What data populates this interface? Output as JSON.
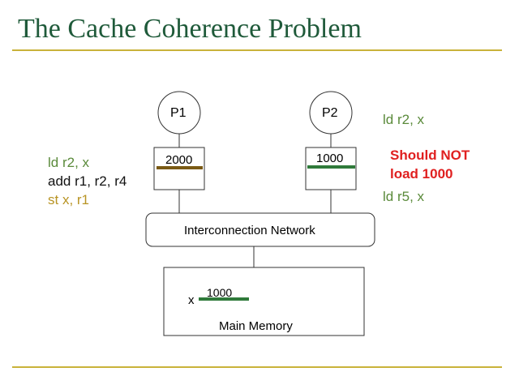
{
  "slide": {
    "title": "The Cache Coherence Problem"
  },
  "colors": {
    "title": "#1f5a3a",
    "rule": "#c9b23a",
    "green_text": "#5a8a3a",
    "gold_text": "#b89424",
    "warning_text": "#e02020",
    "stale_line": "#2f7a3a",
    "modified_line": "#7a5a14"
  },
  "processors": [
    {
      "label": "P1",
      "cache_value": "2000"
    },
    {
      "label": "P2",
      "cache_value": "1000"
    }
  ],
  "network": {
    "label": "Interconnection Network"
  },
  "memory": {
    "label": "Main Memory",
    "var_name": "x",
    "value": "1000"
  },
  "p1_code": [
    "ld r2, x",
    "add r1, r2, r4",
    "st x, r1"
  ],
  "p2_code": {
    "first": "ld r2, x",
    "second": "ld r5, x"
  },
  "warning": [
    "Should NOT",
    "load 1000"
  ]
}
